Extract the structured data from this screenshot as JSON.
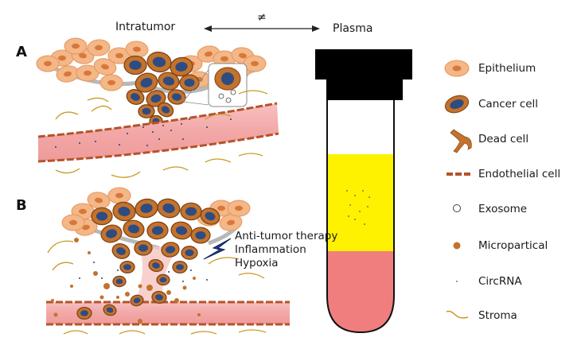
{
  "header": {
    "left": "Intratumor",
    "symbol": "≠",
    "right": "Plasma"
  },
  "panels": {
    "a": "A",
    "b": "B"
  },
  "annotation": {
    "line1": "Anti-tumor therapy",
    "line2": "Inflammation",
    "line3": "Hypoxia"
  },
  "legend": [
    {
      "label": "Epithelium",
      "icon": "epithelium-icon"
    },
    {
      "label": "Cancer cell",
      "icon": "cancer-cell-icon"
    },
    {
      "label": "Dead cell",
      "icon": "dead-cell-icon"
    },
    {
      "label": "Endothelial cell",
      "icon": "endothelial-cell-icon"
    },
    {
      "label": "Exosome",
      "icon": "exosome-icon"
    },
    {
      "label": "Micropartical",
      "icon": "microparticle-icon"
    },
    {
      "label": "CircRNA",
      "icon": "circrna-icon"
    },
    {
      "label": "Stroma",
      "icon": "stroma-icon"
    }
  ],
  "colors": {
    "epithelium": "#f3b788",
    "epithelium_border": "#e8955a",
    "cancer_fill": "#c4722c",
    "cancer_nucleus": "#2d4c82",
    "vessel": "#f2a7a6",
    "vessel_border": "#b5532a",
    "stroma": "#c99a24",
    "tube_cap": "#000000",
    "plasma": "#fff200",
    "blood": "#f08080"
  }
}
